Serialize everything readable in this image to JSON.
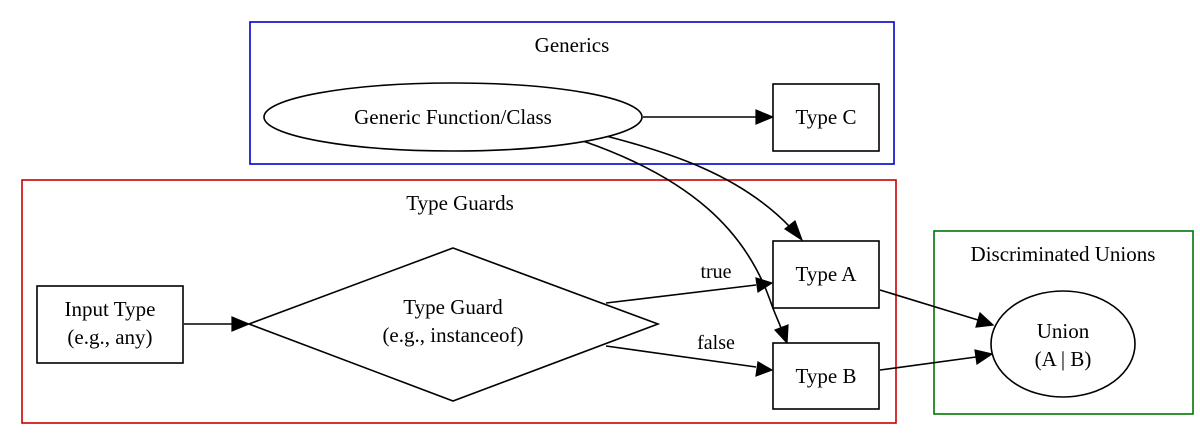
{
  "clusters": {
    "generics": {
      "label": "Generics",
      "color": "#0000cc"
    },
    "type_guards": {
      "label": "Type Guards",
      "color": "#cc0000"
    },
    "discriminated_unions": {
      "label": "Discriminated Unions",
      "color": "#007700"
    }
  },
  "nodes": {
    "generic_function": {
      "label": "Generic Function/Class",
      "shape": "ellipse"
    },
    "type_c": {
      "label": "Type C",
      "shape": "box"
    },
    "input_type": {
      "line1": "Input Type",
      "line2": "(e.g., any)",
      "shape": "box"
    },
    "type_guard": {
      "line1": "Type Guard",
      "line2": "(e.g., instanceof)",
      "shape": "diamond"
    },
    "type_a": {
      "label": "Type A",
      "shape": "box"
    },
    "type_b": {
      "label": "Type B",
      "shape": "box"
    },
    "union": {
      "line1": "Union",
      "line2": "(A | B)",
      "shape": "ellipse"
    }
  },
  "edges": {
    "guard_true": {
      "label": "true"
    },
    "guard_false": {
      "label": "false"
    }
  }
}
